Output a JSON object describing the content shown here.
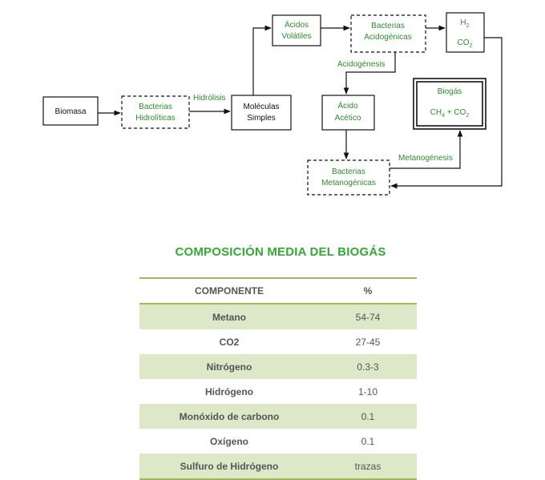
{
  "diagram": {
    "nodes": {
      "biomasa": "Biomasa",
      "bact_hidro_1": "Bacterias",
      "bact_hidro_2": "Hidrolíticas",
      "moleculas_1": "Moléculas",
      "moleculas_2": "Simples",
      "acidos_1": "Ácidos",
      "acidos_2": "Volátiles",
      "bact_acido_1": "Bacterias",
      "bact_acido_2": "Acidogénicas",
      "h2_main": "H",
      "h2_sub": "2",
      "co2_main": "CO",
      "co2_sub": "2",
      "acido_1": "Ácido",
      "acido_2": "Acético",
      "biogas_title": "Biogás",
      "biogas_ch": "CH",
      "biogas_ch_sub": "4",
      "biogas_plus": " + CO",
      "biogas_co_sub": "2",
      "bact_meta_1": "Bacterias",
      "bact_meta_2": "Metanogénicas"
    },
    "edge_labels": {
      "hidrolisis": "Hidrólisis",
      "acidogenesis": "Acidogénesis",
      "metanogenesis": "Metanogénesis"
    }
  },
  "table": {
    "title": "COMPOSICIÓN MEDIA DEL BIOGÁS",
    "headers": [
      "COMPONENTE",
      "%"
    ],
    "rows": [
      [
        "Metano",
        "54-74"
      ],
      [
        "CO2",
        "27-45"
      ],
      [
        "Nitrógeno",
        "0.3-3"
      ],
      [
        "Hidrógeno",
        "1-10"
      ],
      [
        "Monóxido de carbono",
        "0.1"
      ],
      [
        "Oxígeno",
        "0.1"
      ],
      [
        "Sulfuro de Hidrógeno",
        "trazas"
      ]
    ]
  },
  "colors": {
    "accent_green": "#33aa33",
    "node_text": "#2e8b2e",
    "table_rule": "#9bbb59",
    "table_shade": "#dde8c8"
  }
}
